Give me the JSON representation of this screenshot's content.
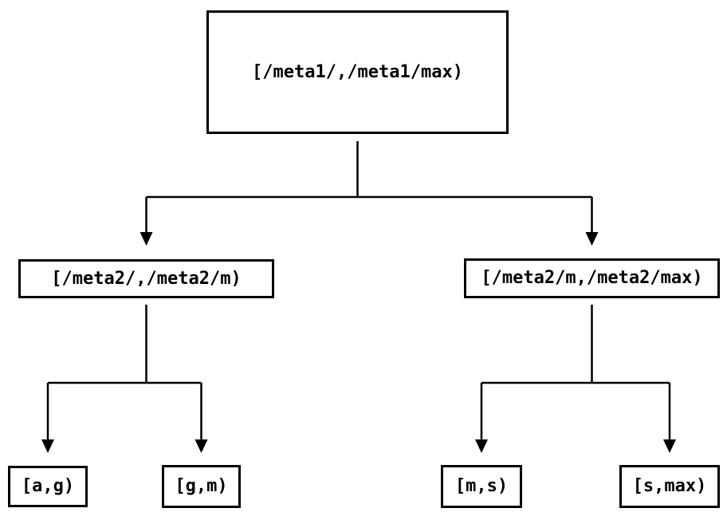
{
  "colors": {
    "line": "#000000",
    "text": "#000000",
    "background": "#ffffff"
  },
  "tree": {
    "label": "[/meta1/,/meta1/max)",
    "children": [
      {
        "label": "[/meta2/,/meta2/m)",
        "children": [
          {
            "label": "[a,g)"
          },
          {
            "label": "[g,m)"
          }
        ]
      },
      {
        "label": "[/meta2/m,/meta2/max)",
        "children": [
          {
            "label": "[m,s)"
          },
          {
            "label": "[s,max)"
          }
        ]
      }
    ]
  }
}
